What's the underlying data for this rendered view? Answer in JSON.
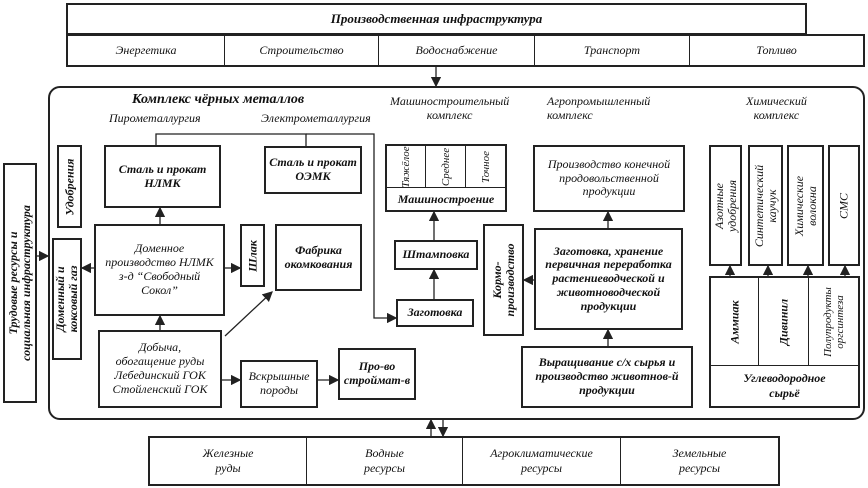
{
  "infrastructure": {
    "title": "Производственная инфраструктура",
    "items": [
      "Энергетика",
      "Строительство",
      "Водоснабжение",
      "Транспорт",
      "Топливо"
    ]
  },
  "resources": {
    "items": [
      "Железные\nруды",
      "Водные\nресурсы",
      "Агроклиматические\nресурсы",
      "Земельные\nресурсы"
    ]
  },
  "labor": "Трудовые ресурсы и\nсоциальная инфраструктура",
  "metals": {
    "title": "Комплекс чёрных металлов",
    "pyro": "Пирометаллургия",
    "electro": "Электрометаллургия",
    "fertilizers": "Удобрения",
    "gas": "Доменный и\nкоксовый газ",
    "steel_nlmk": "Сталь и прокат\nНЛМК",
    "steel_oemk": "Сталь и прокат\nОЭМК",
    "blast": "Доменное\nпроизводство НЛМК\nз-д “Свободный\nСокол”",
    "slag": "Шлак",
    "pellet": "Фабрика\nокомкования",
    "mining": "Добыча,\nобогащение руды\nЛебединский ГОК\nСтойленский ГОК",
    "overburden": "Вскрышные\nпороды",
    "construction_materials": "Про-во\nстроймат-в"
  },
  "machine": {
    "title": "Машиностроительный\nкомплекс",
    "types": [
      "Тяжёлое",
      "Среднее",
      "Точное"
    ],
    "machinebuilding": "Машиностроение",
    "stamping": "Штамповка",
    "blank": "Заготовка"
  },
  "agro": {
    "title": "Агропромышленный\nкомплекс",
    "feed": "Кормо-\nпроизводство",
    "final": "Производство конечной\nпродовольственной\nпродукции",
    "processing": "Заготовка, хранение\nпервичная переработка\nрастениеводческой и\nживотноводческой\nпродукции",
    "growing": "Выращивание с/х сырья и\nпроизводство животнов-й\nпродукции"
  },
  "chem": {
    "title": "Химический\nкомплекс",
    "products": [
      "Азотные\nудобрения",
      "Синтетический\nкаучук",
      "Химические\nволокна",
      "СМС"
    ],
    "intermediates": [
      "Аммиак",
      "Дивинил",
      "Полупродукты\nоргсинтеза"
    ],
    "hydrocarbon": "Углеводородное\nсырьё"
  }
}
